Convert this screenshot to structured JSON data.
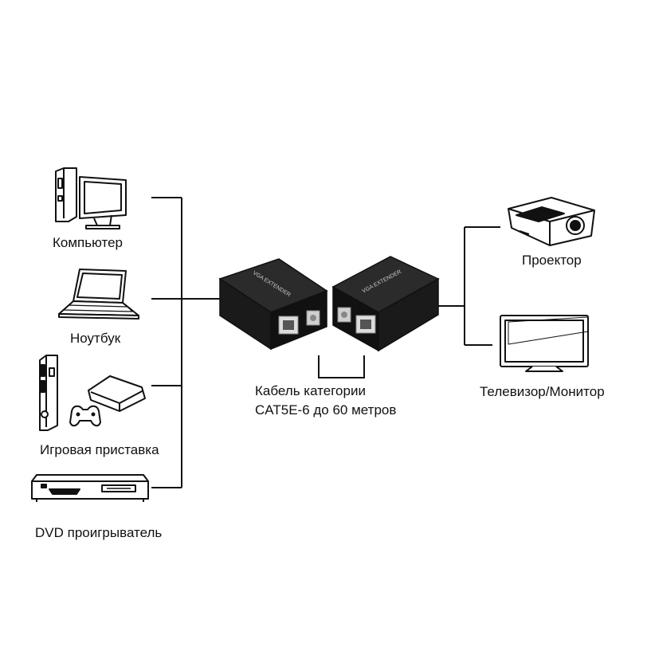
{
  "devices_left": {
    "computer": "Компьютер",
    "laptop": "Ноутбук",
    "console": "Игровая приставка",
    "dvd": "DVD проигрыватель"
  },
  "devices_right": {
    "projector": "Проектор",
    "tv": "Телевизор/Монитор"
  },
  "cable": {
    "line1": "Кабель категории",
    "line2": "CAT5E-6 до 60 метров"
  },
  "extenders": {
    "transmitter_text": "VGA EXTENDER",
    "receiver_text": "VGA EXTENDER"
  },
  "icons": [
    "desktop-computer-icon",
    "laptop-icon",
    "game-console-icon",
    "dvd-player-icon",
    "projector-icon",
    "tv-monitor-icon"
  ]
}
